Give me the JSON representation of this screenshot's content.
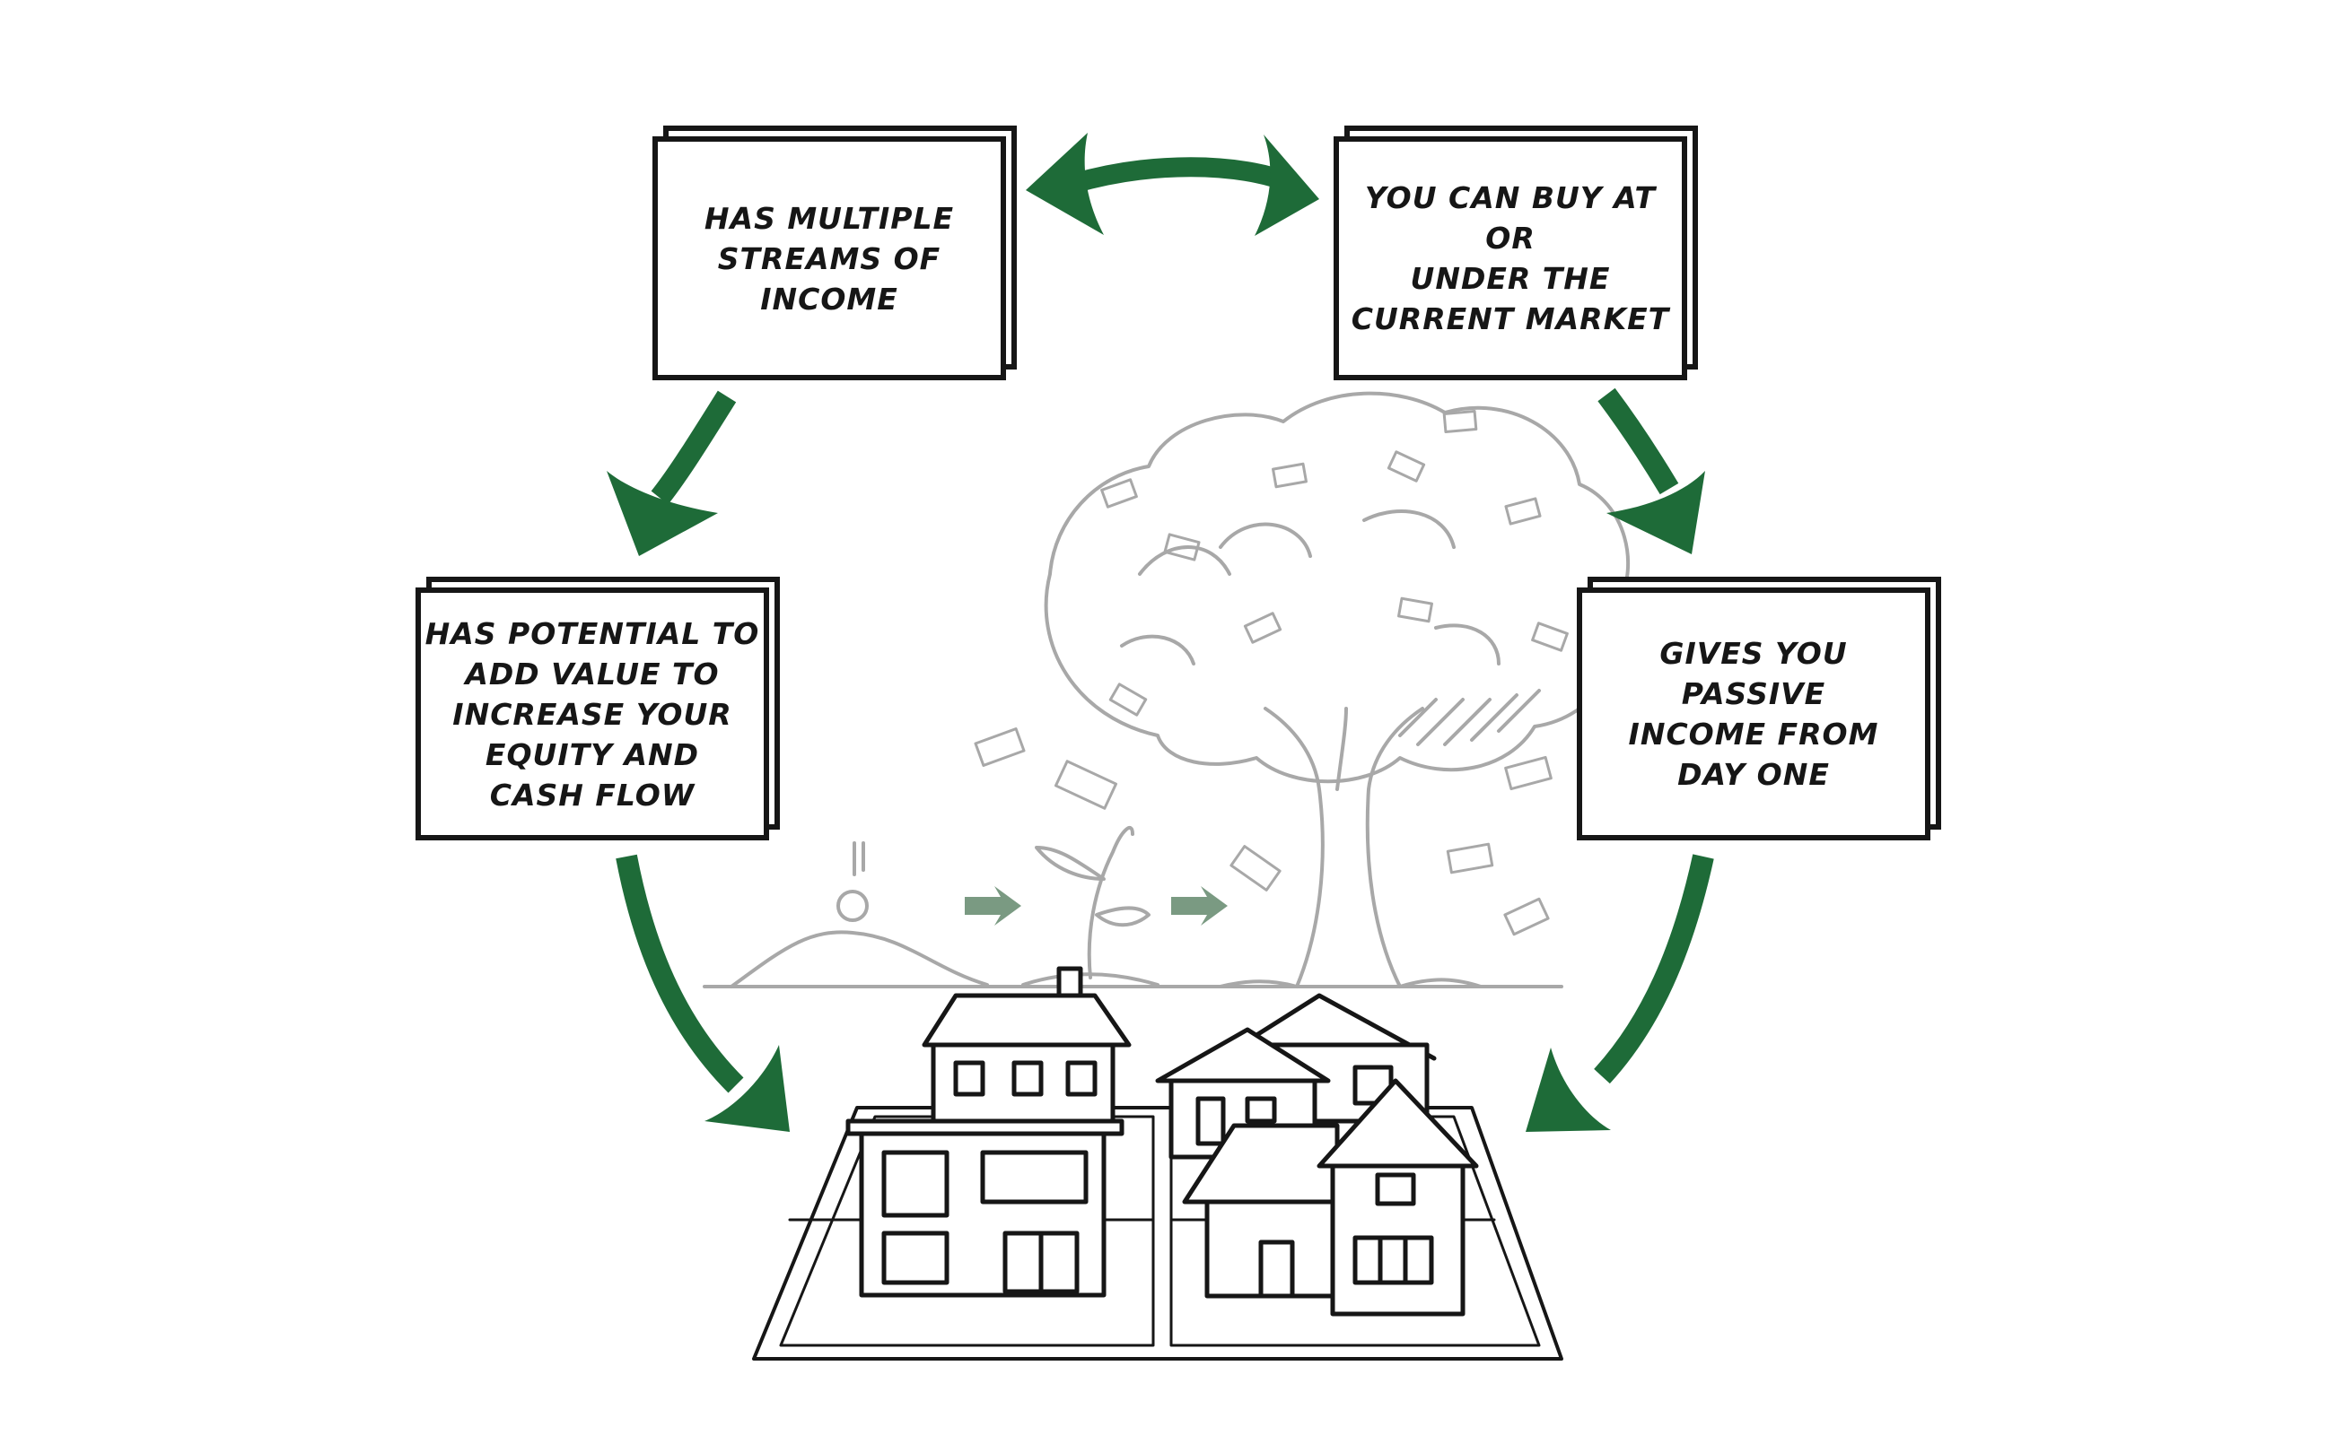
{
  "boxes": {
    "streams": "Has multiple\nstreams of\nincome",
    "buy": "You can buy at or\nunder the\ncurrent market",
    "value": "Has potential to\nadd value to\nincrease your\nequity and\ncash flow",
    "passive": "Gives you passive\nincome from\nday one"
  },
  "colors": {
    "arrow": "#1e6b38",
    "ink": "#161616",
    "sketch": "#a8a8a8",
    "growth_arrow": "#7a9a82"
  }
}
